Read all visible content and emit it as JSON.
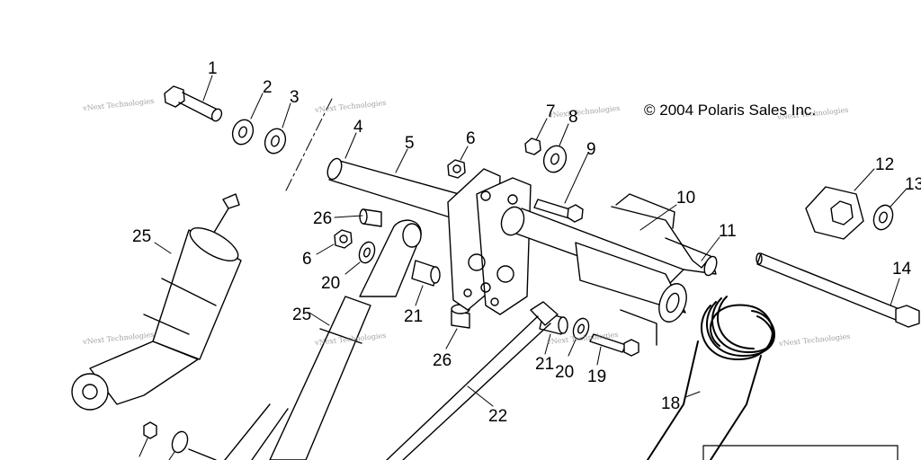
{
  "diagram": {
    "copyright": "© 2004 Polaris Sales Inc.",
    "watermark": "vNext Technologies",
    "callouts": [
      {
        "id": "1",
        "label": "1"
      },
      {
        "id": "2",
        "label": "2"
      },
      {
        "id": "3",
        "label": "3"
      },
      {
        "id": "4",
        "label": "4"
      },
      {
        "id": "5",
        "label": "5"
      },
      {
        "id": "6a",
        "label": "6"
      },
      {
        "id": "6b",
        "label": "6"
      },
      {
        "id": "7",
        "label": "7"
      },
      {
        "id": "8",
        "label": "8"
      },
      {
        "id": "9",
        "label": "9"
      },
      {
        "id": "10",
        "label": "10"
      },
      {
        "id": "11",
        "label": "11"
      },
      {
        "id": "12",
        "label": "12"
      },
      {
        "id": "13",
        "label": "13"
      },
      {
        "id": "14",
        "label": "14"
      },
      {
        "id": "18",
        "label": "18"
      },
      {
        "id": "19",
        "label": "19"
      },
      {
        "id": "20a",
        "label": "20"
      },
      {
        "id": "20b",
        "label": "20"
      },
      {
        "id": "21a",
        "label": "21"
      },
      {
        "id": "21b",
        "label": "21"
      },
      {
        "id": "22",
        "label": "22"
      },
      {
        "id": "25a",
        "label": "25"
      },
      {
        "id": "25b",
        "label": "25"
      },
      {
        "id": "26a",
        "label": "26"
      },
      {
        "id": "26b",
        "label": "26"
      }
    ]
  }
}
